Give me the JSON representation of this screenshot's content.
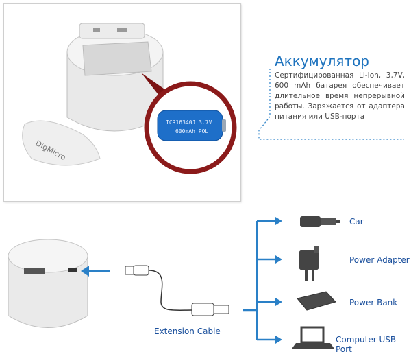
{
  "battery_section": {
    "title": "Аккумулятор",
    "description": "Сертифицированная Li-Ion, 3,7V, 600 mAh батарея обеспечивает длительное время непрерывной работы. Заряжается от адаптера питания или USB-порта",
    "battery_label_line1": "ICR16340J 3.7V",
    "battery_label_line2": "600mAh POL",
    "lid_brand": "DigMicro"
  },
  "connection_section": {
    "cable_label": "Extension Cable",
    "targets": [
      "Car",
      "Power Adapter",
      "Power Bank",
      "Computer USB Port"
    ]
  },
  "colors": {
    "accent": "#1e73be",
    "arrow": "#2a80c7",
    "battery_blue": "#1e6fc9",
    "circle_red": "#8b1a1a"
  }
}
